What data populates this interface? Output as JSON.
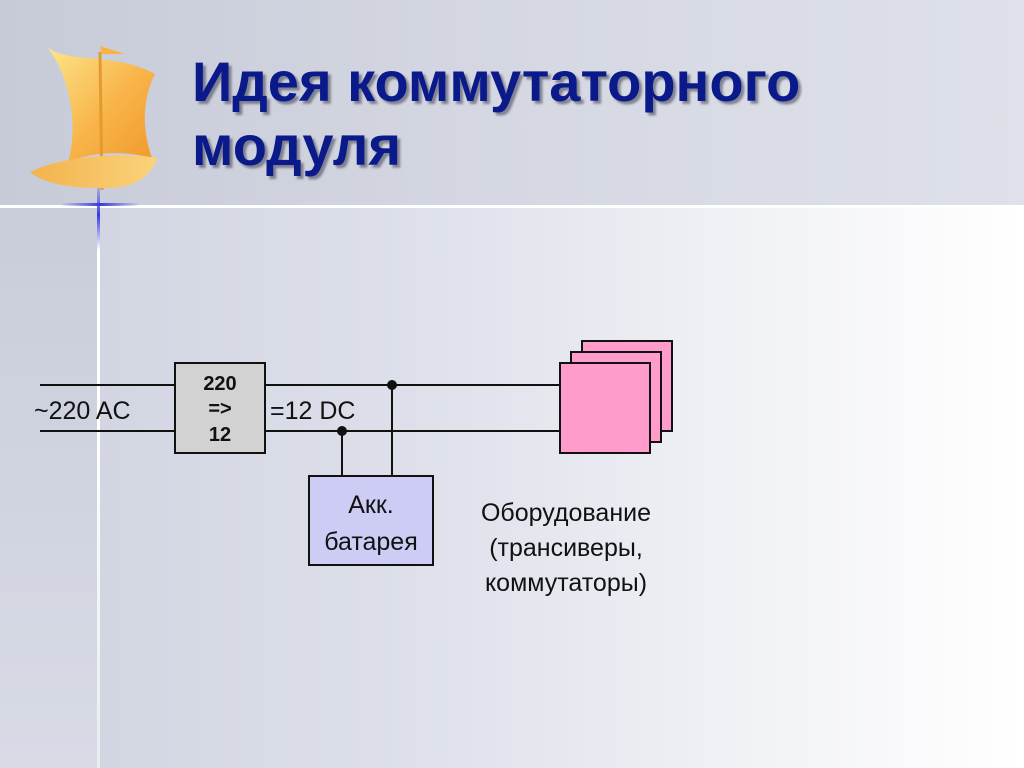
{
  "slide": {
    "title_line1": "Идея коммутаторного",
    "title_line2": "модуля",
    "colors": {
      "title": "#0b1a8a",
      "converter_fill": "#d2d2d2",
      "battery_fill": "#ccccf5",
      "equipment_fill": "#ff9ccc",
      "sail": "#f6b84a"
    }
  },
  "diagram": {
    "input_label": "~220 AC",
    "converter": {
      "line1": "220",
      "line2": "=>",
      "line3": "12"
    },
    "output_label": "=12 DC",
    "battery": {
      "line1": "Акк.",
      "line2": "батарея"
    },
    "equipment": {
      "line1": "Оборудование",
      "line2": "(трансиверы,",
      "line3": "коммутаторы)"
    }
  },
  "icons": [
    "sailboat-icon"
  ]
}
